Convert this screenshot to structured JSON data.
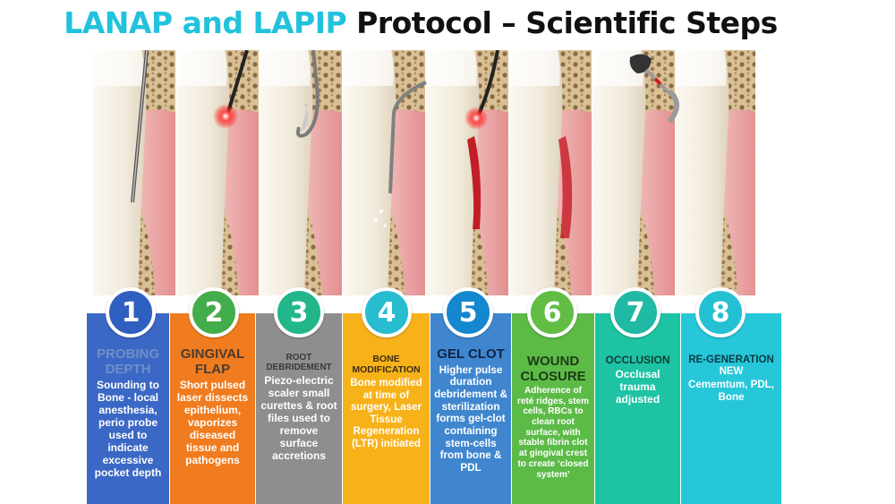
{
  "title": {
    "highlight": "LANAP and LAPIP",
    "rest": " Protocol – Scientific Steps"
  },
  "colors": {
    "title_highlight": "#22c2dc",
    "gum": "#e9a3a3",
    "bone": "#d9c199",
    "tooth": "#f4efe3"
  },
  "steps": [
    {
      "number": "1",
      "heading": "PROBING DEPTH",
      "body": "Sounding to Bone - local anesthesia, perio probe used to indicate excessive pocket depth",
      "panel_color": "#3b68c4",
      "badge_color": "#2f5fc1",
      "heading_color": "#6f8fc8",
      "instrument": "probe"
    },
    {
      "number": "2",
      "heading": "GINGIVAL FLAP",
      "body": "Short pulsed laser dissects epithelium, vaporizes diseased tissue and pathogens",
      "panel_color": "#f07c1f",
      "badge_color": "#44ad4b",
      "heading_color": "#4a3b30",
      "instrument": "laser"
    },
    {
      "number": "3",
      "heading": "ROOT DEBRIDEMENT",
      "body": "Piezo-electric scaler small curettes & root files used to remove surface accretions",
      "panel_color": "#8e8e8e",
      "badge_color": "#22b68a",
      "heading_color": "#3a3a3a",
      "instrument": "scaler"
    },
    {
      "number": "4",
      "heading": "BONE MODIFICATION",
      "body": "Bone modified at time of surgery, Laser Tissue Regeneration (LTR) initiated",
      "panel_color": "#f7b21a",
      "badge_color": "#28bcd0",
      "heading_color": "#3b2e14",
      "instrument": "piezo"
    },
    {
      "number": "5",
      "heading": "GEL CLOT",
      "body": "Higher pulse duration debridement & sterilization forms gel-clot containing stem-cells from bone & PDL",
      "panel_color": "#3f86cf",
      "badge_color": "#1487cf",
      "heading_color": "#0e2446",
      "instrument": "laser-clot"
    },
    {
      "number": "6",
      "heading": "WOUND CLOSURE",
      "body": "Adherence of reté ridges, stem cells, RBCs to clean root surface, with stable fibrin clot at gingival crest to create ‘closed system’",
      "panel_color": "#5cbb47",
      "badge_color": "#62bd44",
      "heading_color": "#1e3a18",
      "instrument": "none"
    },
    {
      "number": "7",
      "heading": "OCCLUSION",
      "body": "Occlusal trauma adjusted",
      "panel_color": "#1ec3a4",
      "badge_color": "#20b9a4",
      "heading_color": "#0c3e36",
      "instrument": "bur"
    },
    {
      "number": "8",
      "heading": "RE-GENERATION",
      "heading2": "NEW",
      "body": "Cememtum, PDL, Bone",
      "panel_color": "#26c7d8",
      "badge_color": "#24c0d4",
      "heading_color": "#0c3a44",
      "instrument": "healed"
    }
  ]
}
